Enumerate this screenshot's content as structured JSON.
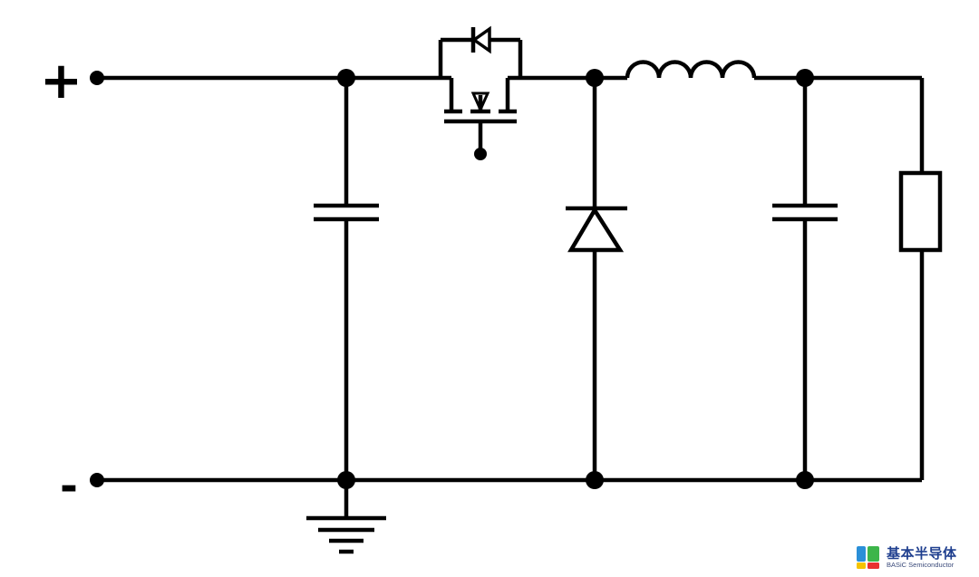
{
  "terminals": {
    "positive": "+",
    "negative": "-"
  },
  "logo": {
    "name": "基本半导体",
    "tagline": "BASiC Semiconductor",
    "colors": {
      "blue": "#2a8fd8",
      "green": "#3db54a",
      "yellow": "#f5c400",
      "red": "#e8312f"
    }
  },
  "diagram": {
    "line_color": "#000000",
    "background": "#ffffff",
    "components": [
      "input-capacitor",
      "mosfet-switch",
      "body-diode",
      "freewheeling-diode",
      "inductor",
      "output-capacitor",
      "load-resistor",
      "ground"
    ]
  }
}
